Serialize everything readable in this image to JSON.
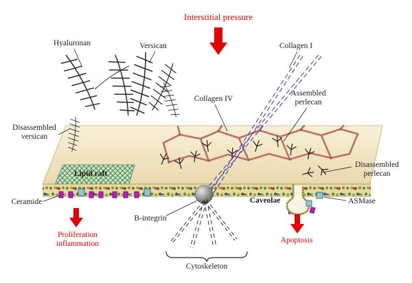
{
  "figure": {
    "title": "Interstitial pressure",
    "labels": {
      "hyaluronan": "Hyaluronan",
      "versican": "Versican",
      "collagen_i": "Collagen I",
      "collagen_iv": "Collagen IV",
      "assembled_perlecan": {
        "line1": "Assembled",
        "line2": "perlecan"
      },
      "disassembled_versican": {
        "line1": "Disassembled",
        "line2": "versican"
      },
      "disassembled_perlecan": {
        "line1": "Disassembled",
        "line2": "perlecan"
      },
      "lipid_raft": "Lipid raft",
      "ceramide": "Ceramide",
      "proliferation": {
        "line1": "Proliferation",
        "line2": "inflammation"
      },
      "b_integrin": "B-integrin",
      "caveolae": "Caveolae",
      "asmase": "ASMase",
      "apoptosis": "Apoptosis",
      "cytoskeleton": "Cytoskeleton"
    },
    "colors": {
      "emphasis_red": "#e60000",
      "collagen_iv_pink": "#bc6f63",
      "collagen_i_blue": "#3c3cb4",
      "membrane_olive": "#8a8a3a",
      "ceramide_magenta": "#c617c6",
      "asmase_teal": "#8fc9d2",
      "plane_tan": "#ead9ad",
      "raft_teal_hatch": "#2f8a78"
    }
  }
}
